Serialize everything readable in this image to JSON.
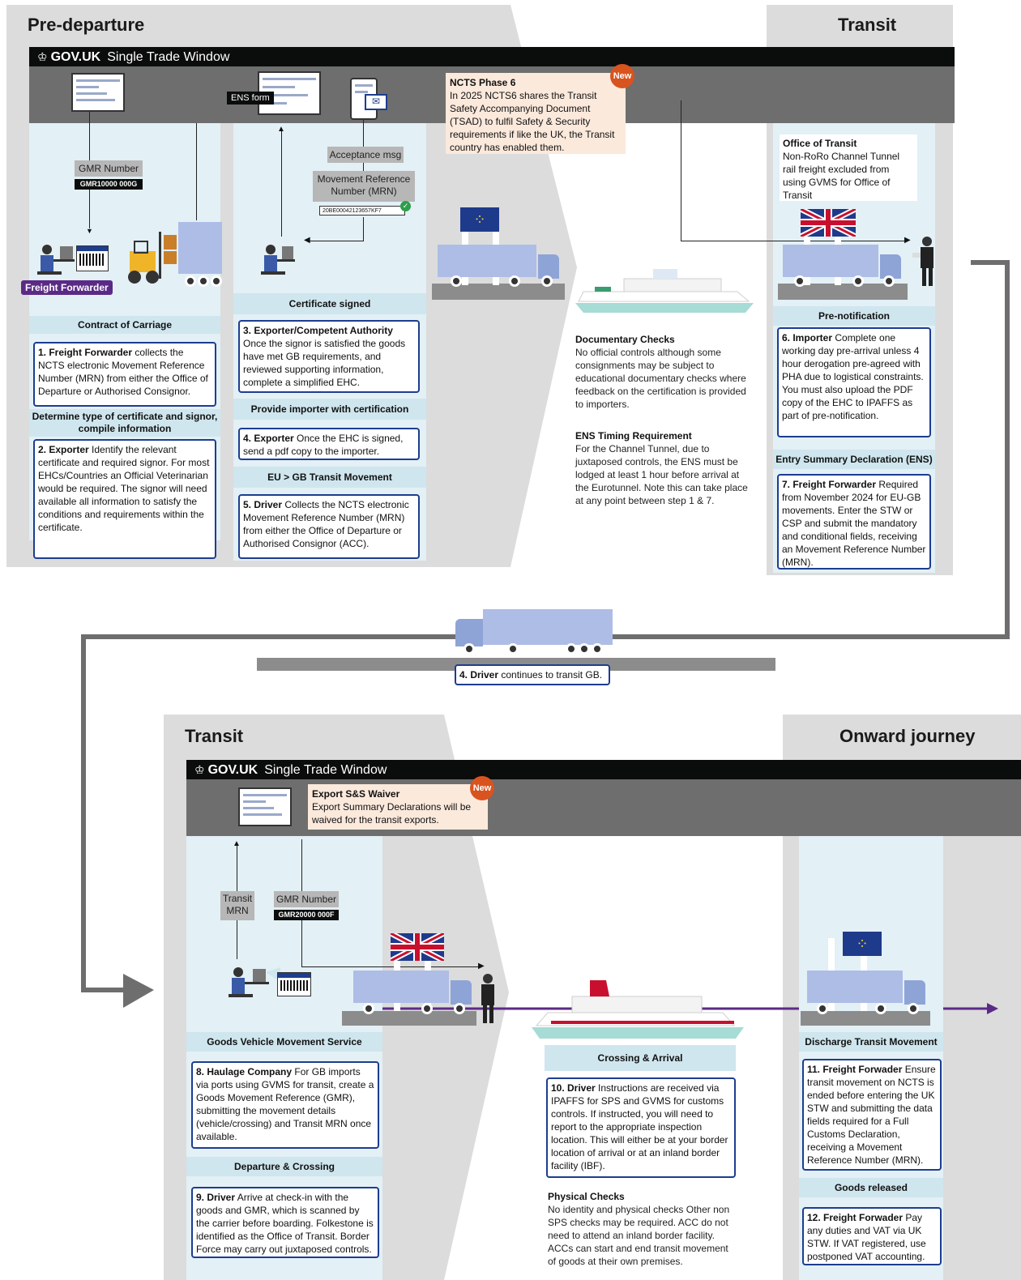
{
  "colors": {
    "accent": "#1d3d8f",
    "new_badge": "#d9531e",
    "note_bg": "#fbe9dc",
    "lane": "#e3f0f6",
    "purple_line": "#5b2a86"
  },
  "top": {
    "phase_left": "Pre-departure",
    "phase_right": "Transit",
    "stw_brand": "GOV.UK",
    "stw_name": "Single Trade Window",
    "ens_form": "ENS form",
    "acceptance_msg": "Acceptance msg",
    "mrn_label": "Movement Reference Number (MRN)",
    "mrn_value": "20BE00042123657KF7",
    "gmr_label": "GMR Number",
    "gmr_value": "GMR10000 000G",
    "freight_forwarder_tag": "Freight Forwarder",
    "ncts_note": {
      "title": "NCTS Phase 6",
      "text": "In 2025 NCTS6 shares the Transit Safety Accompanying Document (TSAD) to fulfil Safety & Security requirements if like the UK, the Transit country has enabled them.",
      "badge": "New"
    },
    "office_transit": {
      "title": "Office of Transit",
      "text": "Non-RoRo Channel Tunnel rail freight excluded from using GVMS for Office of Transit"
    },
    "heads": {
      "contract": "Contract of Carriage",
      "determine": "Determine type of certificate and signor, compile information",
      "cert_signed": "Certificate signed",
      "provide": "Provide importer with certification",
      "eu_gb": "EU > GB Transit Movement",
      "prenotification": "Pre-notification",
      "ens": "Entry Summary Declaration (ENS)"
    },
    "steps": {
      "s1": {
        "lead": "1. Freight Forwarder",
        "text": " collects the NCTS electronic Movement Reference Number (MRN) from either the Office of Departure or Authorised Consignor."
      },
      "s2": {
        "lead": "2. Exporter",
        "text": " Identify the relevant certificate and required signor. For most EHCs/Countries an Official Veterinarian would be required. The signor will need available all information to satisfy the conditions and requirements within the certificate."
      },
      "s3": {
        "lead": "3. Exporter/Competent Authority",
        "text": " Once the signor is satisfied the goods have met GB requirements, and reviewed supporting information, complete a simplified EHC."
      },
      "s4": {
        "lead": "4. Exporter",
        "text": " Once the EHC is signed, send a pdf copy to the importer."
      },
      "s5": {
        "lead": "5. Driver",
        "text": " Collects the NCTS electronic Movement Reference Number (MRN) from either the Office of Departure or Authorised Consignor (ACC)."
      },
      "s6": {
        "lead": "6. Importer",
        "text": " Complete one working day pre-arrival unless 4 hour derogation pre-agreed with PHA due to logistical constraints. You must also upload the PDF copy of the EHC to IPAFFS as part of pre-notification."
      },
      "s7": {
        "lead": "7. Freight Forwarder",
        "text": " Required from November 2024 for EU-GB movements. Enter the STW or CSP and submit the mandatory and conditional fields, receiving an Movement Reference Number (MRN)."
      }
    },
    "doc_checks": {
      "title": "Documentary Checks",
      "text": "No official controls although some consignments may be subject to educational documentary checks where feedback on the certification is provided to importers."
    },
    "ens_timing": {
      "title": "ENS Timing Requirement",
      "text": "For the Channel Tunnel, due to juxtaposed controls, the ENS must be lodged at least 1 hour before arrival at the Eurotunnel. Note this can take place at any point between step 1 & 7."
    }
  },
  "middle": {
    "lead": "4. Driver",
    "text": " continues to transit GB."
  },
  "bottom": {
    "phase_left": "Transit",
    "phase_right": "Onward journey",
    "stw_brand": "GOV.UK",
    "stw_name": "Single Trade Window",
    "waiver_note": {
      "title": "Export S&S Waiver",
      "text": "Export Summary Declarations will be waived for the transit exports.",
      "badge": "New"
    },
    "transit_mrn": "Transit MRN",
    "gmr_label": "GMR Number",
    "gmr_value": "GMR20000 000F",
    "heads": {
      "gvms": "Goods Vehicle Movement Service",
      "departure": "Departure & Crossing",
      "crossing": "Crossing & Arrival",
      "discharge": "Discharge Transit Movement",
      "released": "Goods released"
    },
    "steps": {
      "s8": {
        "lead": "8. Haulage Company",
        "text": " For GB imports via ports using GVMS for transit, create a Goods Movement Reference (GMR), submitting the movement details (vehicle/crossing) and Transit MRN once available."
      },
      "s9": {
        "lead": "9. Driver",
        "text": " Arrive at check-in with the goods and GMR, which is scanned by the carrier before boarding. Folkestone is identified as the Office of Transit. Border Force may carry out juxtaposed controls."
      },
      "s10": {
        "lead": "10. Driver",
        "text": " Instructions are received via IPAFFS for SPS and GVMS for customs controls. If instructed, you will need to report to the appropriate inspection location. This will either be at your border location of arrival or at an inland border facility (IBF)."
      },
      "s11": {
        "lead": "11. Freight Forwader",
        "text": " Ensure transit movement on NCTS is ended before entering the UK STW and submitting the data fields required for a Full Customs Declaration, receiving a Movement Reference Number (MRN)."
      },
      "s12": {
        "lead": "12. Freight Forwader",
        "text": " Pay any duties and VAT via UK STW. If VAT registered, use postponed VAT accounting."
      }
    },
    "physical": {
      "title": "Physical Checks",
      "text": "No identity and physical checks Other non SPS checks may be required. ACC do not need to attend an inland border facility. ACCs can start and end transit movement of goods at their own premises."
    }
  }
}
